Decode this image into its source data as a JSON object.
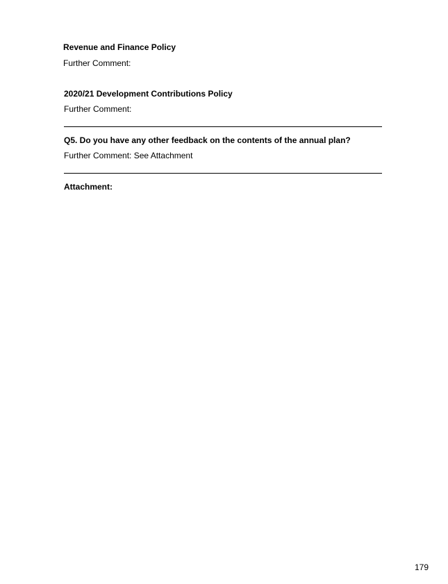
{
  "sections": [
    {
      "heading": "Revenue and Finance Policy",
      "comment": "Further Comment:"
    },
    {
      "heading": "2020/21 Development Contributions Policy",
      "comment": "Further Comment:"
    },
    {
      "heading": "Q5. Do you have any other feedback on the contents of the annual plan?",
      "comment": "Further Comment: See Attachment"
    }
  ],
  "attachment_label": "Attachment:",
  "page_number": "179"
}
